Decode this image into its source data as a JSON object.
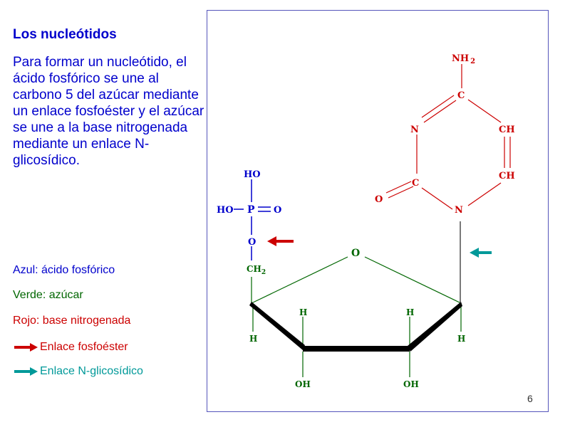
{
  "slide": {
    "title": "Los nucleótidos",
    "body": "Para formar un nucleótido, el ácido fosfórico se une al carbono 5 del azúcar mediante un enlace fosfoéster y el azúcar se une a la base nitrogenada mediante un enlace N-glicosídico.",
    "page_number": "6"
  },
  "legend": {
    "blue": "Azul: ácido fosfórico",
    "green": "Verde: azúcar",
    "red": "Rojo: base nitrogenada",
    "phosphoester": "Enlace fosfoéster",
    "nglycosidic": "Enlace N-glicosídico"
  },
  "molecule": {
    "phosphate": {
      "ho_top": "HO",
      "ho_left": "HO",
      "p": "P",
      "o_double": "O",
      "o_bridge": "O"
    },
    "sugar": {
      "ch2": "CH",
      "ch2_sub": "2",
      "ring_o": "O",
      "h_c4": "H",
      "h_c3": "H",
      "h_c2": "H",
      "h_c1": "H",
      "oh_c3": "OH",
      "oh_c2": "OH"
    },
    "base": {
      "nh2": "NH",
      "nh2_sub": "2",
      "c4": "C",
      "n3": "N",
      "c2": "C",
      "o2": "O",
      "n1": "N",
      "ch5": "CH",
      "ch6": "CH"
    }
  },
  "colors": {
    "blue": "#0000cc",
    "green": "#006600",
    "red": "#cc0000",
    "teal": "#009999"
  }
}
